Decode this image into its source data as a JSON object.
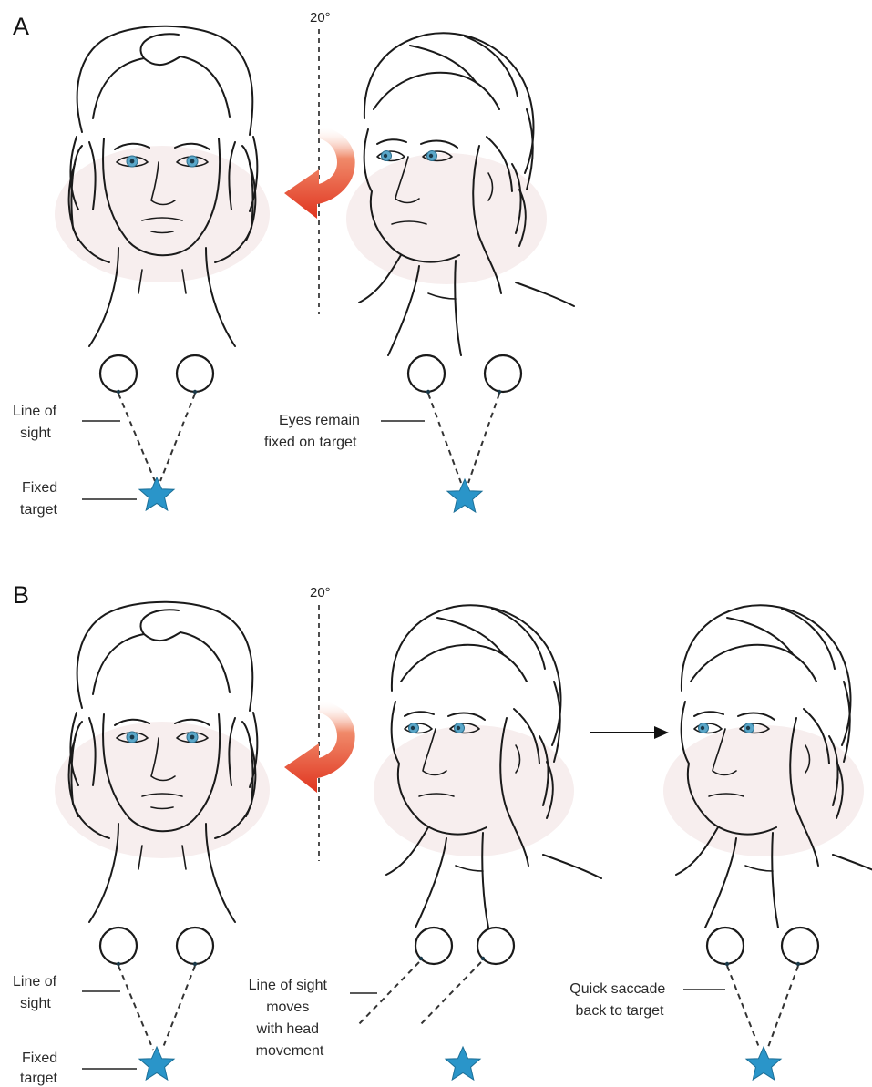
{
  "panels": [
    {
      "letter": "A",
      "angle": "20°",
      "labels": {
        "line_of_sight": [
          "Line of",
          "sight"
        ],
        "fixed_target": [
          "Fixed",
          "target"
        ],
        "eyes_remain": [
          "Eyes remain",
          "fixed on target"
        ]
      }
    },
    {
      "letter": "B",
      "angle": "20°",
      "labels": {
        "line_of_sight": [
          "Line of",
          "sight"
        ],
        "fixed_target": [
          "Fixed",
          "target"
        ],
        "sight_moves": [
          "Line of sight",
          "moves",
          "with head",
          "movement"
        ],
        "quick_saccade": [
          "Quick saccade",
          "back to target"
        ]
      }
    }
  ],
  "colors": {
    "rotation_arrow": "#e0341f",
    "target_star": "#2a95c9",
    "iris": "#5aa7c9"
  },
  "icons": [
    "rotation-arrow-icon",
    "target-star-icon",
    "eyeball-icon",
    "right-arrow-icon"
  ]
}
